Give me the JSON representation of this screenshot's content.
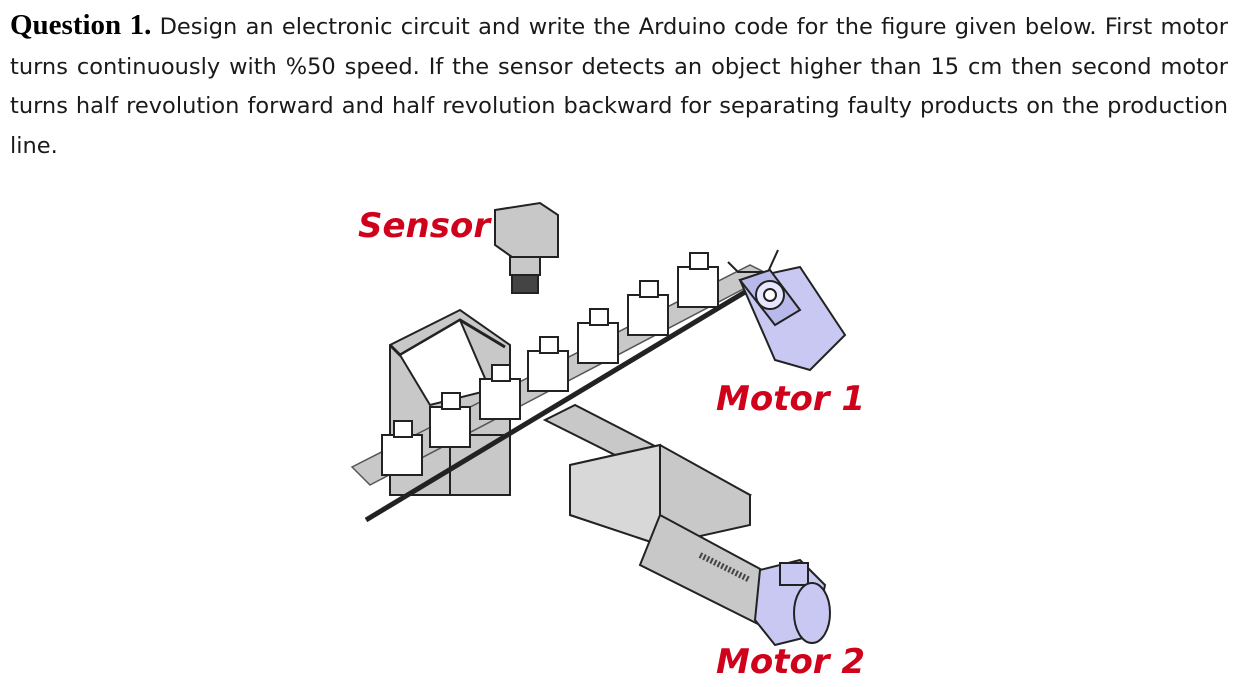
{
  "question": {
    "label": "Question 1.",
    "text": " Design an electronic circuit and write the Arduino code for the figure given below. First motor turns continuously with %50 speed. If the sensor detects an object higher than 15 cm then second motor turns half revolution forward and half revolution backward for separating faulty products on the production line."
  },
  "figure": {
    "labels": {
      "sensor": "Sensor",
      "motor1": "Motor 1",
      "motor2": "Motor 2"
    },
    "colors": {
      "label_red": "#d0021b",
      "motor_blue": "#c8c8f2",
      "belt_gray": "#c8c8c8",
      "outline": "#222222"
    }
  }
}
